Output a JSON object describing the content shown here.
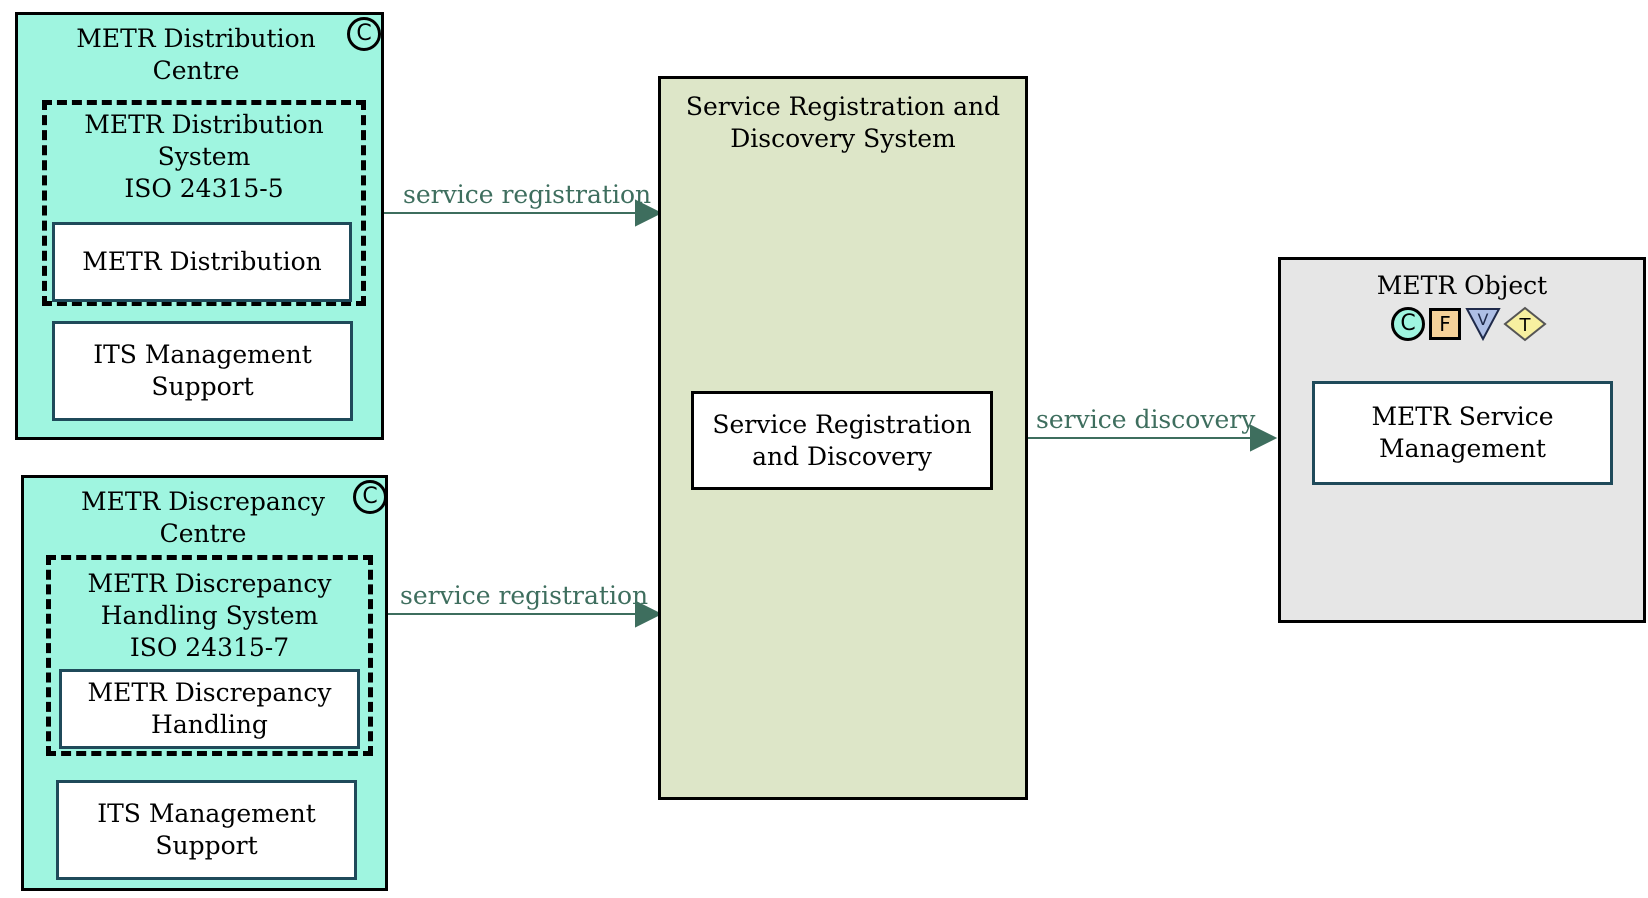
{
  "distribution_centre": {
    "title": "METR Distribution\nCentre",
    "badge": "C",
    "system_title": "METR Distribution\nSystem\nISO 24315-5",
    "component": "METR Distribution",
    "support": "ITS Management\nSupport"
  },
  "discrepancy_centre": {
    "title": "METR Discrepancy\nCentre",
    "badge": "C",
    "system_title": "METR Discrepancy\nHandling  System\nISO 24315-7",
    "component": "METR Discrepancy\nHandling",
    "support": "ITS Management\nSupport"
  },
  "registration_system": {
    "title": "Service Registration and\nDiscovery System",
    "component": "Service Registration\nand Discovery"
  },
  "metr_object": {
    "title": "METR Object",
    "badges": {
      "c": "C",
      "f": "F",
      "v": "V",
      "t": "T"
    },
    "component": "METR Service\nManagement"
  },
  "flows": {
    "registration_1": "service registration",
    "registration_2": "service registration",
    "discovery": "service discovery"
  },
  "colors": {
    "centre_fill": "#9ff5e0",
    "system_fill": "#dde6c8",
    "object_fill": "#e6e6e6",
    "flow": "#3e6e5e",
    "inner_border": "#1f4a5a",
    "f_badge": "#f6d29a",
    "v_badge": "#aebfe6",
    "t_badge": "#f7f0a0"
  }
}
